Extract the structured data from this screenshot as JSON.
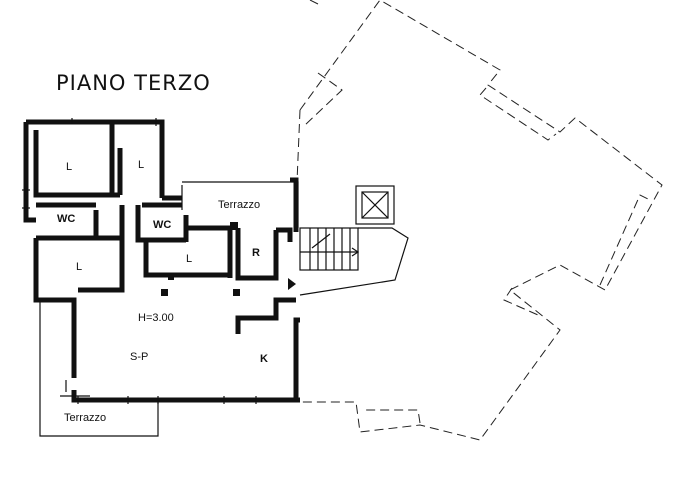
{
  "plan": {
    "title": "PIANO TERZO",
    "rooms": {
      "bedroom_top_left": "L",
      "bedroom_top_right": "L",
      "wc_left": "WC",
      "wc_right": "WC",
      "bedroom_mid_left": "L",
      "bedroom_mid_right": "L",
      "storage": "R",
      "living": "S-P",
      "kitchen": "K"
    },
    "height_note": "H=3.00",
    "terraces": {
      "upper": "Terrazzo",
      "lower": "Terrazzo"
    }
  }
}
